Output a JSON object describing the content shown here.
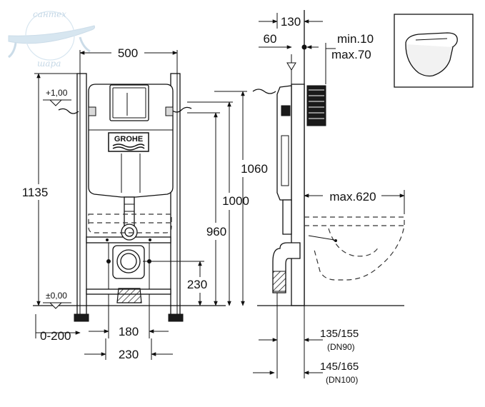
{
  "watermark": {
    "text_top": "сантех",
    "text_bottom": "шара"
  },
  "brand": {
    "logo_text": "GROHE"
  },
  "front_view": {
    "width": "500",
    "height_total": "1135",
    "level_top": "+1,00",
    "level_zero": "±0,00",
    "h1060": "1060",
    "h1000": "1000",
    "h960": "960",
    "h230": "230",
    "w180": "180",
    "w230": "230",
    "range": "0-200"
  },
  "side_view": {
    "w130": "130",
    "w60": "60",
    "adjust_min": "min.10",
    "adjust_max": "max.70",
    "max620": "max.620",
    "d1_value": "135/155",
    "d1_note": "(DN90)",
    "d2_value": "145/165",
    "d2_note": "(DN100)"
  }
}
